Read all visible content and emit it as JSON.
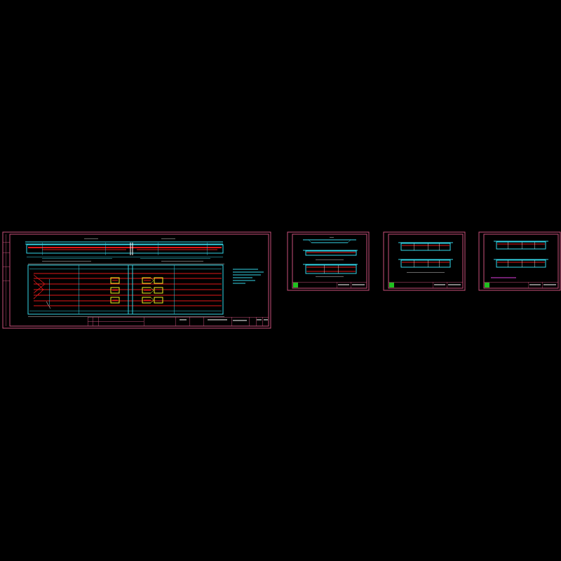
{
  "viewer": {
    "background": "#000000",
    "colors": {
      "frame": "#c8507a",
      "detail": "#33d6e8",
      "rebar": "#e01818",
      "anchor": "#f0f020",
      "white": "#ffffff",
      "green": "#20c020",
      "magenta": "#e040e0"
    }
  },
  "sheets": [
    {
      "id": "sheet-1",
      "kind": "plan-and-elevation"
    },
    {
      "id": "sheet-2",
      "kind": "sections"
    },
    {
      "id": "sheet-3",
      "kind": "sections"
    },
    {
      "id": "sheet-4",
      "kind": "sections"
    }
  ]
}
